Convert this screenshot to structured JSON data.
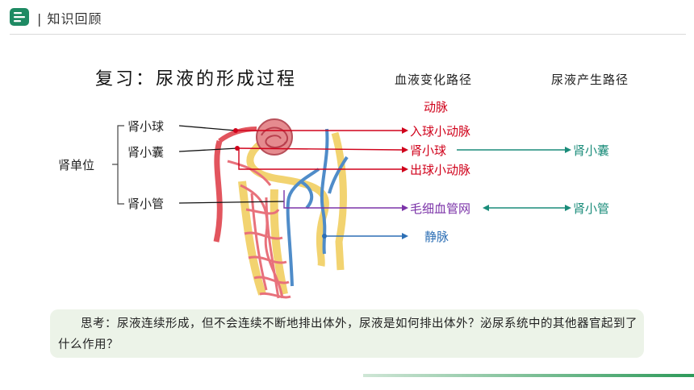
{
  "header": {
    "title": "| 知识回顾",
    "icon": "book-icon"
  },
  "slide": {
    "title": "复习：尿液的形成过程",
    "col_blood": "血液变化路径",
    "col_urine": "尿液产生路径",
    "unit_label": "肾单位",
    "parts": {
      "glomerulus": "肾小球",
      "capsule": "肾小囊",
      "tubule": "肾小管"
    },
    "blood": {
      "artery": "动脉",
      "afferent": "入球小动脉",
      "glomerulus": "肾小球",
      "efferent": "出球小动脉",
      "capillary": "毛细血管网",
      "vein": "静脉"
    },
    "urine": {
      "capsule": "肾小囊",
      "tubule": "肾小管"
    },
    "think": "思考：尿液连续形成，但不会连续不断地排出体外，尿液是如何排出体外？泌尿系统中的其他器官起到了什么作用？"
  },
  "colors": {
    "red": "#d0021b",
    "teal": "#1a8c7a",
    "purple": "#7b33a8",
    "blue": "#2d6fb5",
    "accent": "#2e9a5a"
  }
}
